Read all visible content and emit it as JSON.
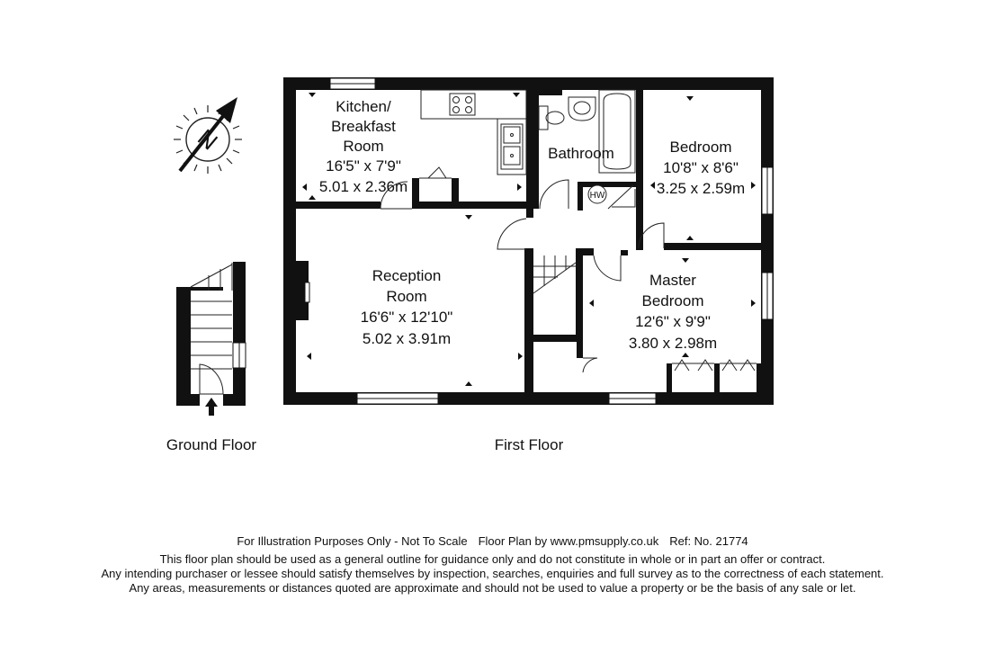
{
  "floor_labels": {
    "ground": "Ground Floor",
    "first": "First Floor"
  },
  "compass": {
    "letter": "N"
  },
  "rooms": {
    "kitchen": [
      "Kitchen/",
      "Breakfast",
      "Room",
      "16'5\" x 7'9\"",
      "5.01 x 2.36m"
    ],
    "bathroom": [
      "Bathroom"
    ],
    "bedroom": [
      "Bedroom",
      "10'8\" x 8'6\"",
      "3.25 x 2.59m"
    ],
    "reception": [
      "Reception",
      "Room",
      "16'6\" x 12'10\"",
      "5.02 x 3.91m"
    ],
    "master": [
      "Master",
      "Bedroom",
      "12'6\" x 9'9\"",
      "3.80 x 2.98m"
    ]
  },
  "fixtures": {
    "hot_water": "HW"
  },
  "footer": {
    "illustration": "For Illustration Purposes Only - Not To Scale",
    "floorplan_by": "Floor Plan by  www.pmsupply.co.uk",
    "ref": "Ref: No. 21774",
    "disclaimer_1": "This floor plan should be used as a general outline for guidance only and do not constitute in whole or in part an offer or contract.",
    "disclaimer_2": "Any intending purchaser or lessee should satisfy themselves by inspection, searches, enquiries and full survey as to the correctness of each statement.",
    "disclaimer_3": "Any areas, measurements or distances quoted are approximate and should not be used to value a property or be the basis of any sale or let."
  }
}
